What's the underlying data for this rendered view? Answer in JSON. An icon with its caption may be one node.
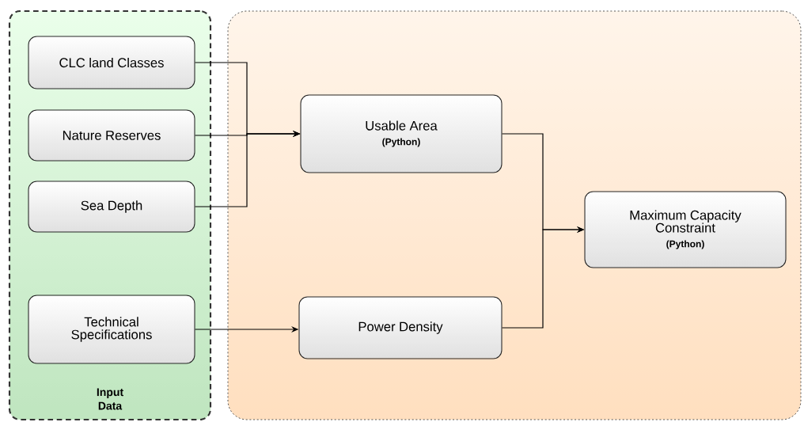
{
  "diagram": {
    "nodes": [
      {
        "text": [
          "Input Data"
        ]
      },
      {
        "text": [],
        "shape": "box"
      },
      {
        "text": [
          "CLC land Classes"
        ],
        "in": 0
      },
      {
        "text": [
          "Nature Reserves"
        ],
        "in": 0
      },
      {
        "text": [
          "Sea Depth"
        ],
        "in": 0
      },
      {
        "text": [
          "Technical Specifications"
        ],
        "in": 0
      },
      {
        "text": [
          "Usable Area",
          "(Python)"
        ],
        "in": 1
      },
      {
        "text": [
          "Power Density"
        ],
        "in": 1
      },
      {
        "text": [
          "Maximum Capacity Constraint",
          "(Python)"
        ],
        "in": 1
      }
    ],
    "edges": [
      {
        "from": 2,
        "to": 6,
        "arrow": "to"
      },
      {
        "from": 3,
        "to": 6,
        "arrow": "to"
      },
      {
        "from": 4,
        "to": 6,
        "arrow": "to"
      },
      {
        "from": 5,
        "to": 7,
        "arrow": "to"
      },
      {
        "from": 6,
        "to": 8,
        "arrow": "to"
      },
      {
        "from": 7,
        "to": 8,
        "arrow": "to"
      }
    ]
  }
}
